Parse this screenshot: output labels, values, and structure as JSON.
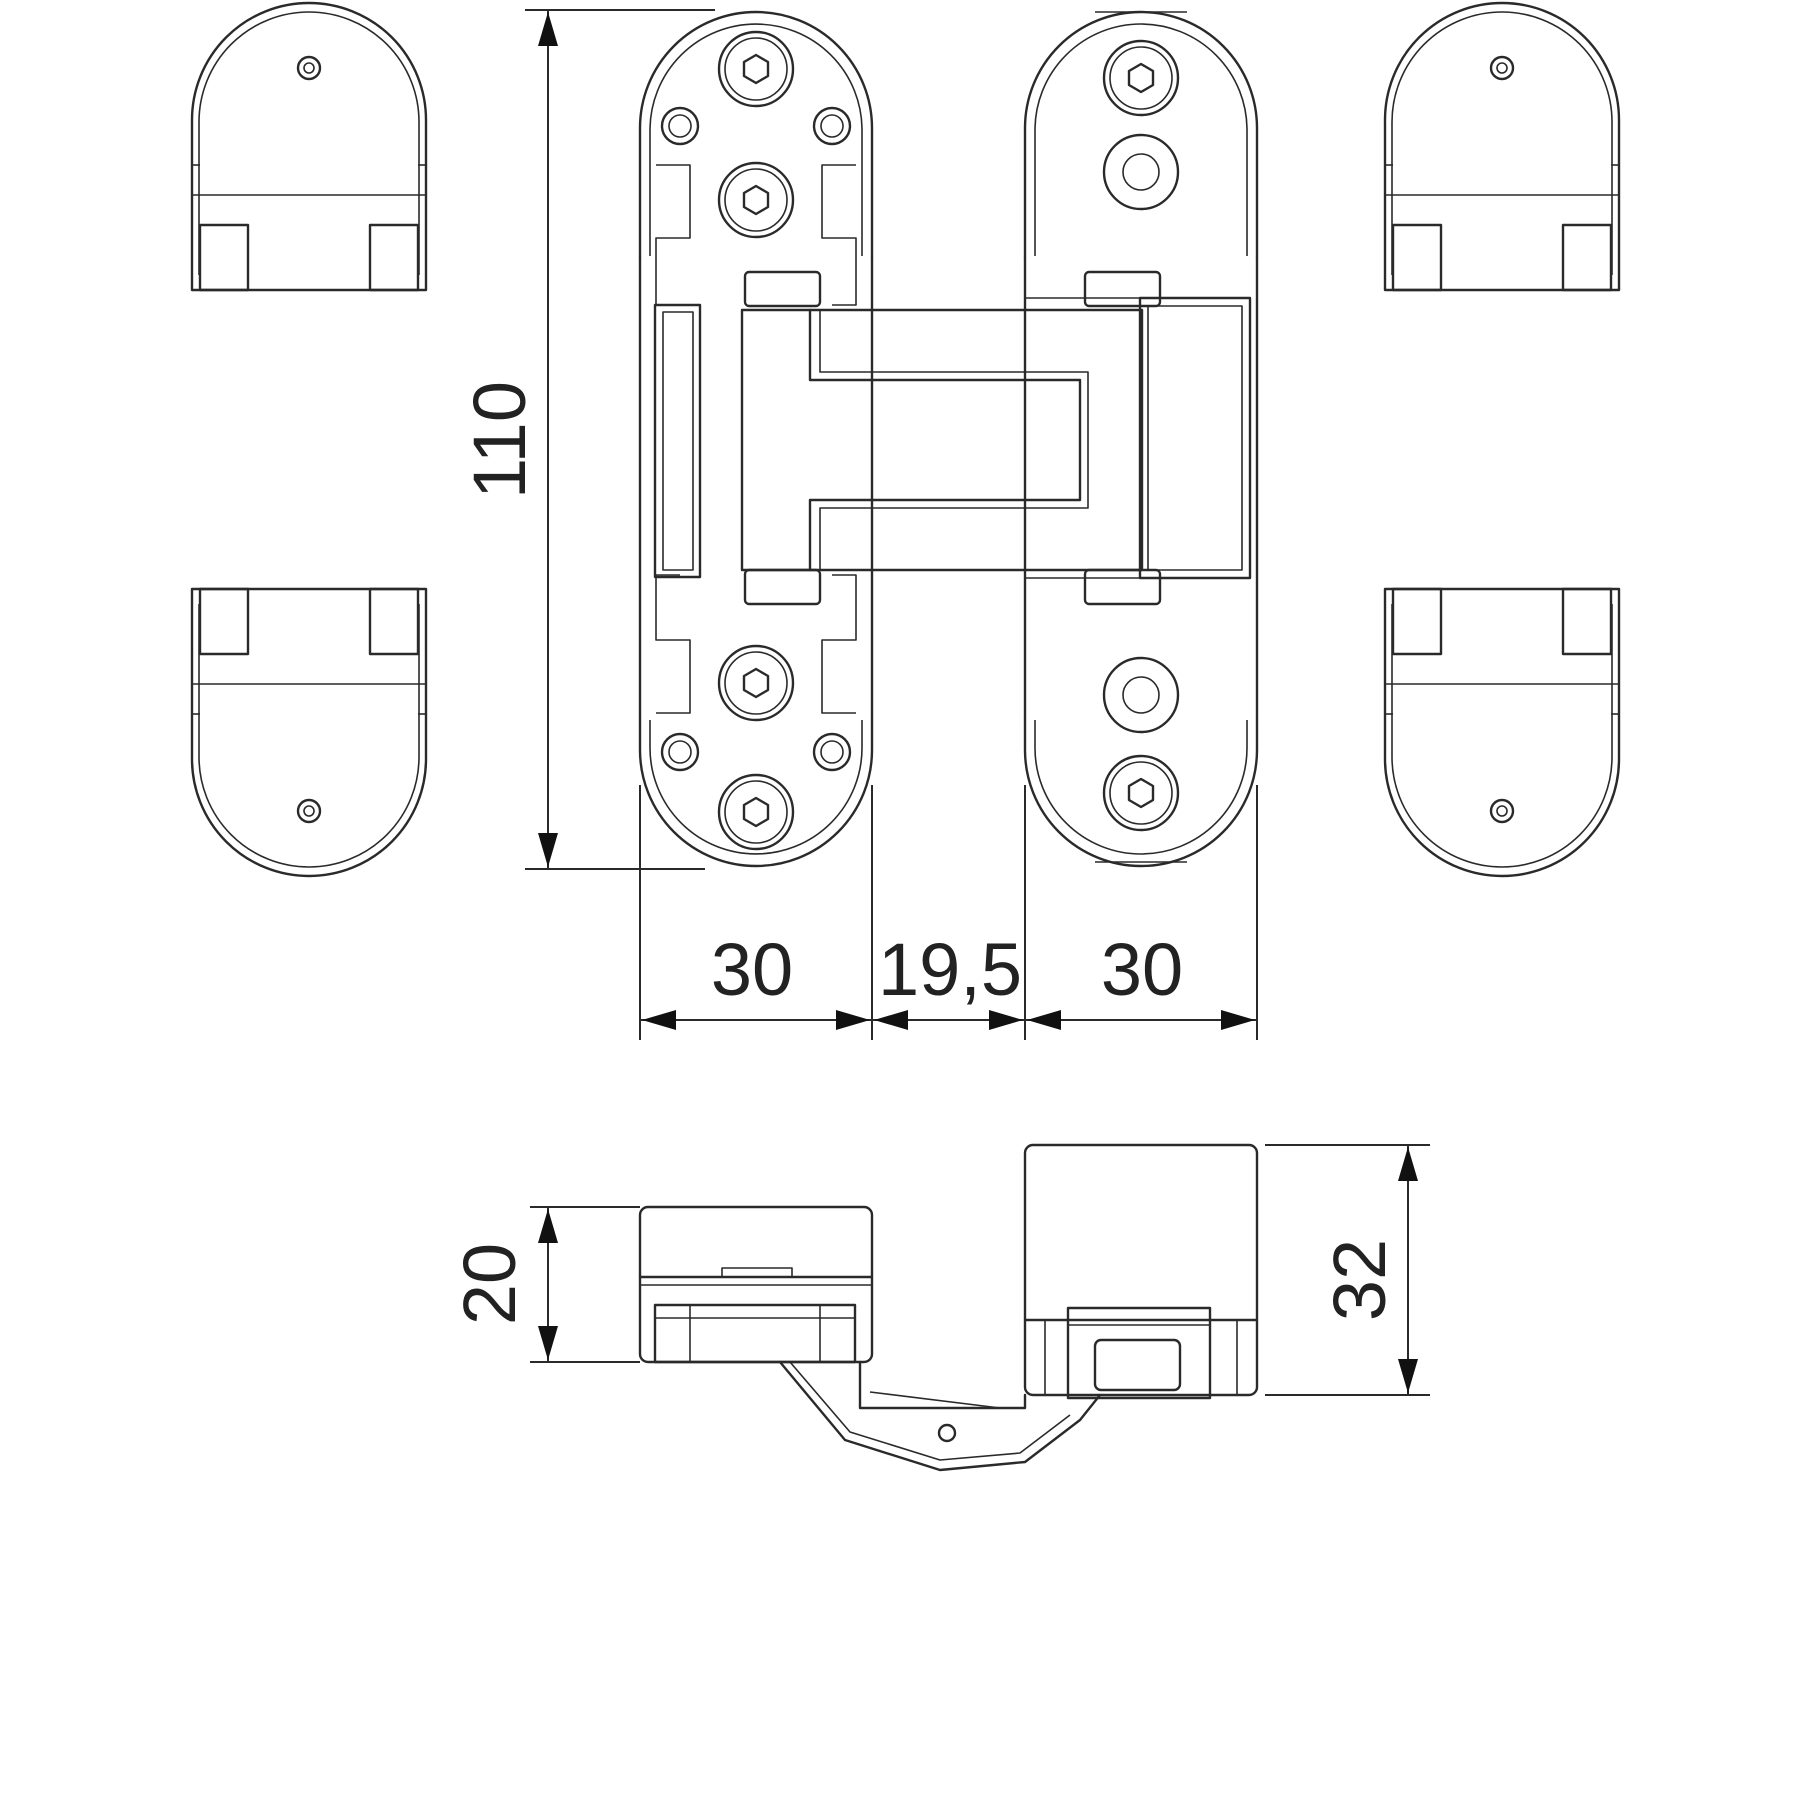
{
  "dimensions": {
    "height_total": "110",
    "width_left_leaf": "30",
    "width_gap": "19,5",
    "width_right_leaf": "30",
    "depth_left": "20",
    "depth_right": "32"
  },
  "colors": {
    "line": "#2a2a2a",
    "background": "#ffffff"
  }
}
